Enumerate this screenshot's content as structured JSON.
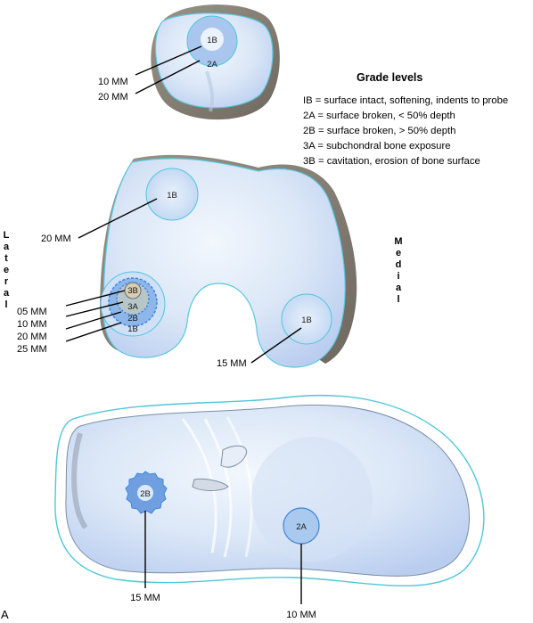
{
  "legend": {
    "title": "Grade levels",
    "items": [
      "IB = surface intact, softening, indents to probe",
      "2A = surface broken, < 50% depth",
      "2B = surface broken, > 50% depth",
      "3A = subchondral bone exposure",
      "3B = cavitation, erosion of bone surface"
    ]
  },
  "side_labels": {
    "lateral": [
      "L",
      "a",
      "t",
      "e",
      "r",
      "a",
      "l"
    ],
    "medial": [
      "M",
      "e",
      "d",
      "i",
      "a",
      "l"
    ]
  },
  "figure_letter": "A",
  "patella": {
    "lesion_grades": [
      "1B",
      "2A"
    ],
    "callouts": [
      "10 MM",
      "20 MM"
    ]
  },
  "femur": {
    "lateral_upper": {
      "grade": "1B",
      "callout": "20 MM"
    },
    "lateral_stacked": {
      "grades": [
        "3B",
        "3A",
        "2B",
        "1B"
      ],
      "callouts": [
        "05 MM",
        "10 MM",
        "20 MM",
        "25 MM"
      ]
    },
    "medial": {
      "grade": "1B",
      "callout": "15 MM"
    }
  },
  "tibia": {
    "lateral": {
      "grade": "2B",
      "callout": "15 MM"
    },
    "medial": {
      "grade": "2A",
      "callout": "10 MM"
    }
  },
  "colors": {
    "cartilage": "#cfdff5",
    "lesion_light": "#a9c9ee",
    "lesion_mid": "#6f9fe0",
    "outline": "#58c8df",
    "bone": "#8c857b"
  }
}
